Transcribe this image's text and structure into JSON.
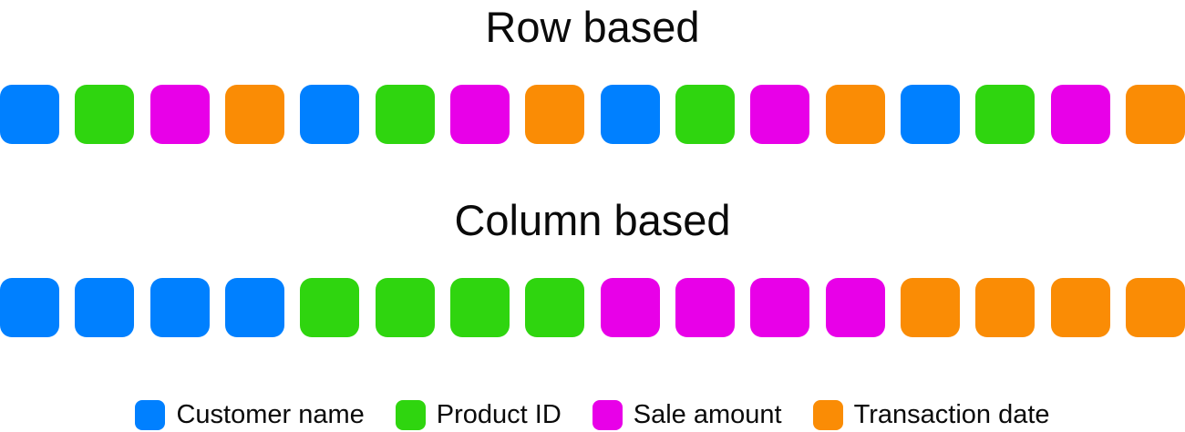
{
  "colors": {
    "blue": "#0080FF",
    "green": "#2FD50F",
    "magenta": "#E800E8",
    "orange": "#FA8C05"
  },
  "row_based": {
    "title": "Row based",
    "cells": [
      "blue",
      "green",
      "magenta",
      "orange",
      "blue",
      "green",
      "magenta",
      "orange",
      "blue",
      "green",
      "magenta",
      "orange",
      "blue",
      "green",
      "magenta",
      "orange"
    ]
  },
  "column_based": {
    "title": "Column based",
    "cells": [
      "blue",
      "blue",
      "blue",
      "blue",
      "green",
      "green",
      "green",
      "green",
      "magenta",
      "magenta",
      "magenta",
      "magenta",
      "orange",
      "orange",
      "orange",
      "orange"
    ]
  },
  "legend": {
    "items": [
      {
        "color": "blue",
        "label": "Customer name"
      },
      {
        "color": "green",
        "label": "Product ID"
      },
      {
        "color": "magenta",
        "label": "Sale amount"
      },
      {
        "color": "orange",
        "label": "Transaction date"
      }
    ]
  }
}
